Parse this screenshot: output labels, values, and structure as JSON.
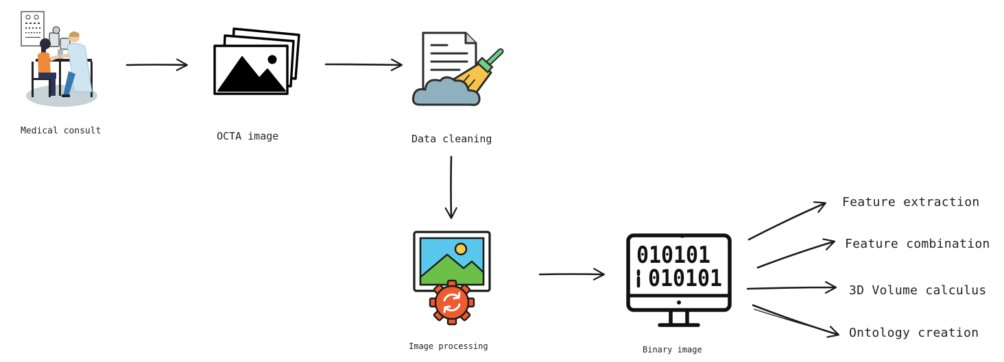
{
  "nodes": {
    "medical_consult": "Medical consult",
    "octa_image": "OCTA image",
    "data_cleaning": "Data cleaning",
    "image_processing": "Image processing",
    "binary_image": "Binary image"
  },
  "outputs": [
    "Feature extraction",
    "Feature combination",
    "3D Volume calculus",
    "Ontology creation"
  ],
  "binary_text": {
    "line1": "010101",
    "line2": "010101"
  },
  "icons": {
    "medical_consult": "eye-exam-icon",
    "octa_image": "image-stack-icon",
    "data_cleaning": "document-broom-icon",
    "image_processing": "image-gear-icon",
    "binary_image": "binary-monitor-icon"
  }
}
